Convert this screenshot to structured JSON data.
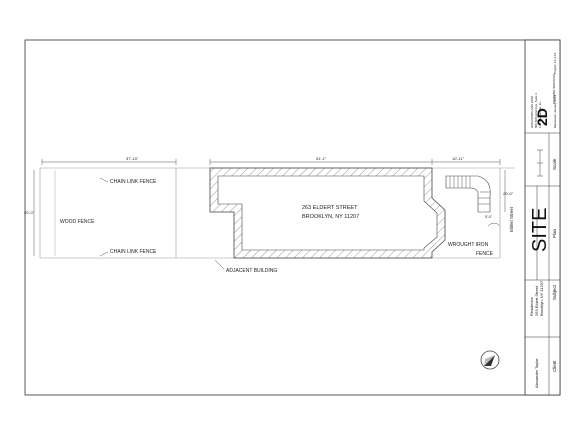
{
  "plan": {
    "dimensions": {
      "left_width": "37'-10\"",
      "middle_width": "51'-1\"",
      "right_width": "10'-11\"",
      "left_depth": "20'-0\"",
      "right_depth": "20'-0\"",
      "stair_offset": "5'-0\""
    },
    "labels": {
      "chain_link_top": "CHAIN LINK FENCE",
      "wood_fence": "WOOD FENCE",
      "chain_link_bottom": "CHAIN LINK FENCE",
      "adjacent_building": "ADJACENT BUILDING",
      "wrought_iron_1": "WROUGHT IRON",
      "wrought_iron_2": "FENCE"
    },
    "building": {
      "address_line1": "263 ELDERT STREET",
      "address_line2": "BROOKLYN, NY  11207"
    },
    "street_name": "Eldert Street"
  },
  "title_block": {
    "brand": "2D",
    "brand_sub": "DRAWING SERVICES",
    "company_line1": "2DFLOORPLANS.COM",
    "company_line2": "800 NW 22nd Ave, Suite 1",
    "company_line3": "Fort Lauderdale, FL",
    "measured": "Measured: January 2013",
    "project": "Project: 12-3-16",
    "scale_label": "Scale",
    "sheet_title": "SITE",
    "sheet_kind": "Plan",
    "subject_line1": "Residence",
    "subject_line2": "263 Eldert Street",
    "subject_line3": "Brooklyn, NY  11207",
    "subject_label": "Subject",
    "client_name": "Alexander Taylor",
    "client_label": "Client"
  }
}
